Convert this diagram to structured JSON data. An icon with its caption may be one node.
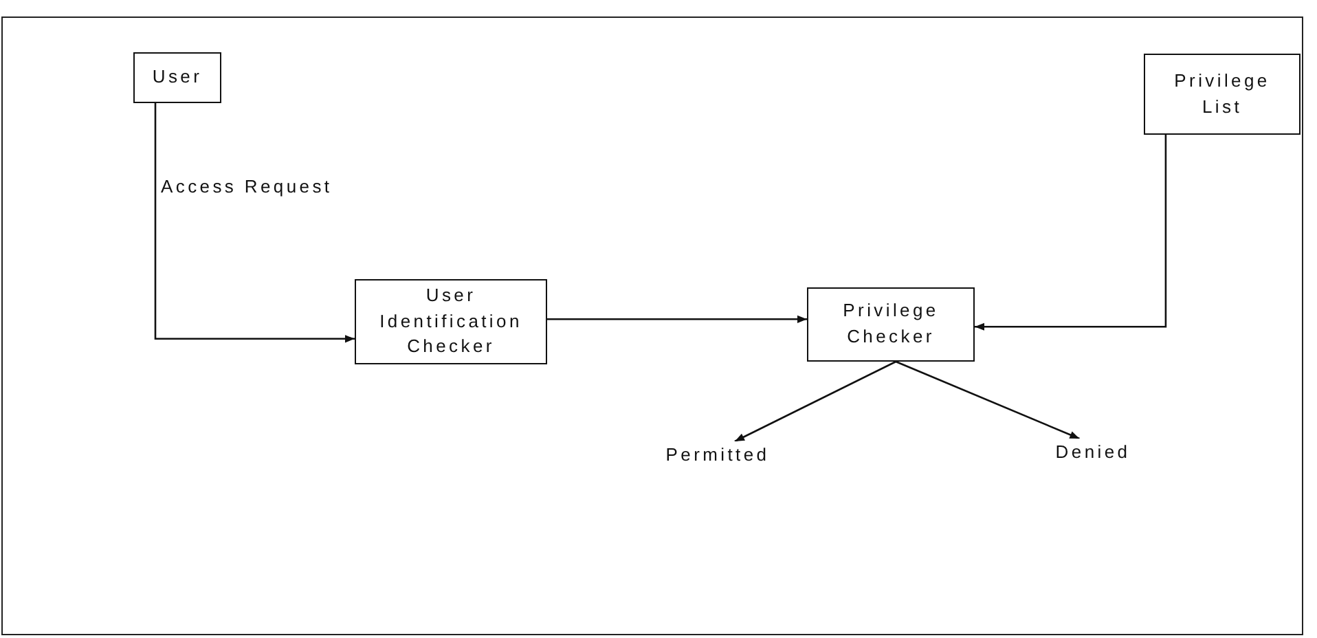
{
  "diagram": {
    "nodes": [
      {
        "text": [
          "User"
        ]
      },
      {
        "text": [
          "User Identification Checker"
        ]
      },
      {
        "text": [
          "Privilege Checker"
        ]
      },
      {
        "text": [
          "Privilege List"
        ]
      },
      {
        "text": [
          "Permitted"
        ]
      },
      {
        "text": [
          "Denied"
        ]
      }
    ],
    "edges": [
      {
        "from": 0,
        "to": 1,
        "arrow": "to",
        "label": "Access Request"
      },
      {
        "from": 1,
        "to": 2,
        "arrow": "to"
      },
      {
        "from": 3,
        "to": 2,
        "arrow": "to"
      },
      {
        "from": 2,
        "to": 4,
        "arrow": "to"
      },
      {
        "from": 2,
        "to": 5,
        "arrow": "to"
      }
    ]
  }
}
